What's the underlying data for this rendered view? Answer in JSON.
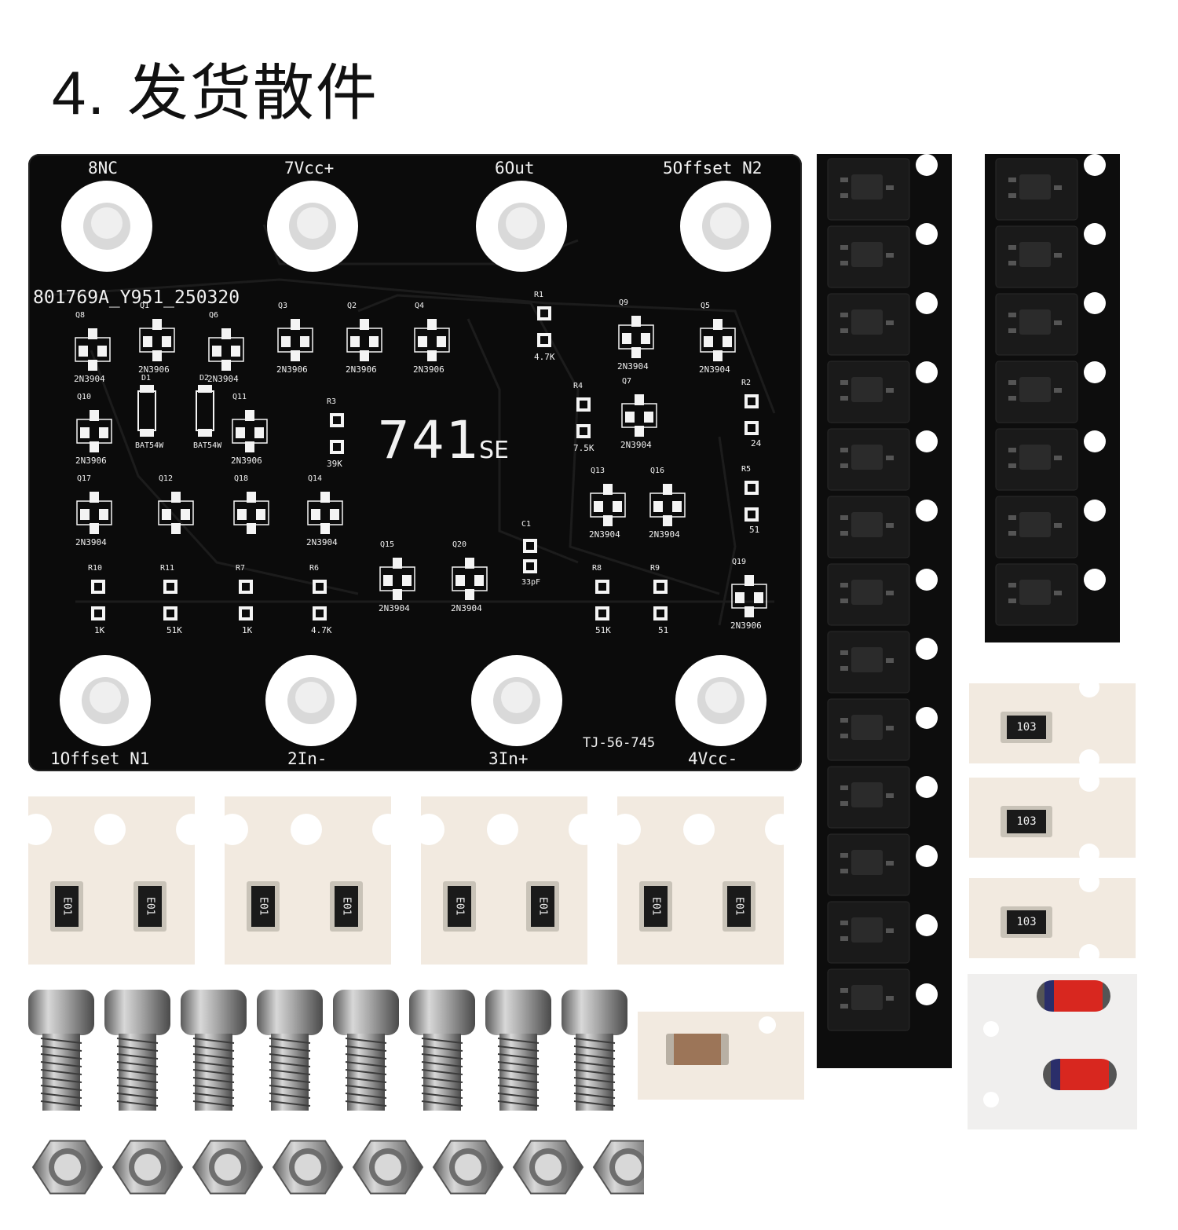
{
  "title": {
    "number": "4.",
    "text": "发货散件"
  },
  "pcb": {
    "top_labels": [
      "8NC",
      "7Vcc+",
      "6Out",
      "5Offset N2"
    ],
    "bottom_labels": [
      "1Offset N1",
      "2In-",
      "3In+",
      "4Vcc-"
    ],
    "batch_code": "801769A_Y951_250320",
    "model_main": "741",
    "model_suffix": "SE",
    "part_number": "TJ-56-745",
    "transistors": [
      {
        "ref": "Q8",
        "value": "2N3904"
      },
      {
        "ref": "Q1",
        "value": "2N3906"
      },
      {
        "ref": "Q6",
        "value": "2N3904"
      },
      {
        "ref": "Q3",
        "value": "2N3906"
      },
      {
        "ref": "Q2",
        "value": "2N3906"
      },
      {
        "ref": "Q4",
        "value": "2N3906"
      },
      {
        "ref": "Q9",
        "value": "2N3904"
      },
      {
        "ref": "Q5",
        "value": "2N3904"
      },
      {
        "ref": "Q7",
        "value": "2N3904"
      },
      {
        "ref": "Q10",
        "value": "2N3906"
      },
      {
        "ref": "Q11",
        "value": "2N3906"
      },
      {
        "ref": "Q17",
        "value": "2N3904"
      },
      {
        "ref": "Q12",
        "value": ""
      },
      {
        "ref": "Q18",
        "value": ""
      },
      {
        "ref": "Q14",
        "value": "2N3904"
      },
      {
        "ref": "Q13",
        "value": "2N3904"
      },
      {
        "ref": "Q16",
        "value": "2N3904"
      },
      {
        "ref": "Q15",
        "value": "2N3904"
      },
      {
        "ref": "Q20",
        "value": "2N3904"
      },
      {
        "ref": "Q19",
        "value": "2N3906"
      }
    ],
    "diodes": [
      {
        "ref": "D1",
        "value": "BAT54W"
      },
      {
        "ref": "D2",
        "value": "BAT54W"
      }
    ],
    "resistors": [
      {
        "ref": "R1",
        "value": "4.7K"
      },
      {
        "ref": "R4",
        "value": "7.5K"
      },
      {
        "ref": "R2",
        "value": "24"
      },
      {
        "ref": "R3",
        "value": "39K"
      },
      {
        "ref": "R5",
        "value": "51"
      },
      {
        "ref": "R10",
        "value": "1K"
      },
      {
        "ref": "R11",
        "value": "51K"
      },
      {
        "ref": "R7",
        "value": "1K"
      },
      {
        "ref": "R6",
        "value": "4.7K"
      },
      {
        "ref": "R8",
        "value": "51K"
      },
      {
        "ref": "R9",
        "value": "51"
      }
    ],
    "capacitor": {
      "ref": "C1",
      "value": "33pF"
    }
  },
  "resistor_markings": {
    "rotated": "E01",
    "upright": "103"
  },
  "hardware": {
    "screw_count": 8,
    "nut_count": 8
  },
  "colors": {
    "pcb": "#0b0b0b",
    "silk": "#f2f2f2",
    "tape": "#f2eae0",
    "metal": "#9a9a9a",
    "diode_red": "#d8271f"
  }
}
